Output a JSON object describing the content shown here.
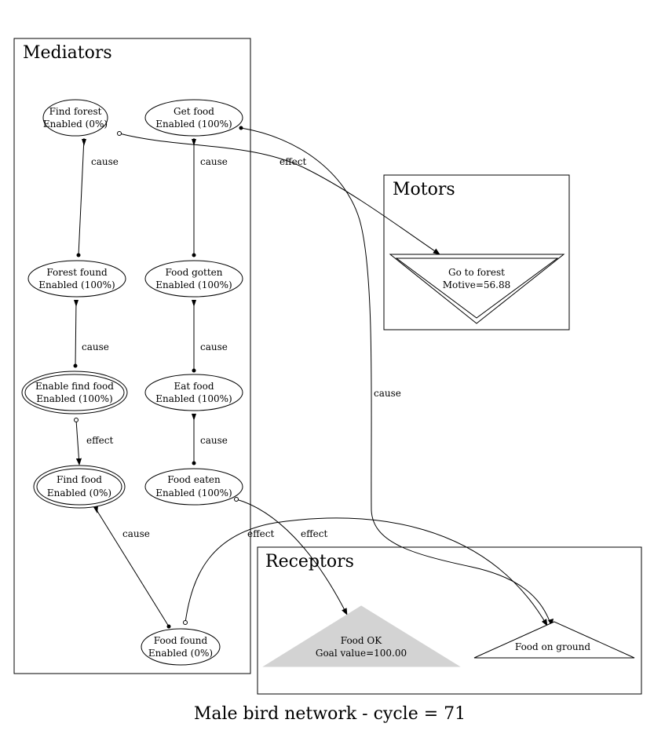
{
  "title": "Male bird network - cycle = 71",
  "clusters": {
    "mediators": "Mediators",
    "motors": "Motors",
    "receptors": "Receptors"
  },
  "nodes": {
    "find_forest": {
      "name": "Find forest",
      "status": "Enabled (0%)"
    },
    "get_food": {
      "name": "Get food",
      "status": "Enabled (100%)"
    },
    "forest_found": {
      "name": "Forest found",
      "status": "Enabled (100%)"
    },
    "food_gotten": {
      "name": "Food gotten",
      "status": "Enabled (100%)"
    },
    "enable_find_food": {
      "name": "Enable find food",
      "status": "Enabled (100%)"
    },
    "eat_food": {
      "name": "Eat food",
      "status": "Enabled (100%)"
    },
    "find_food": {
      "name": "Find food",
      "status": "Enabled (0%)"
    },
    "food_eaten": {
      "name": "Food eaten",
      "status": "Enabled (100%)"
    },
    "food_found": {
      "name": "Food found",
      "status": "Enabled (0%)"
    },
    "go_to_forest": {
      "name": "Go to forest",
      "status": "Motive=56.88"
    },
    "food_ok": {
      "name": "Food OK",
      "status": "Goal value=100.00"
    },
    "food_on_ground": {
      "name": "Food on ground"
    }
  },
  "edge_labels": {
    "find_forest_forest_found": "cause",
    "get_food_food_gotten": "cause",
    "find_forest_go_to_forest": "effect",
    "forest_found_enable_find_food": "cause",
    "food_gotten_eat_food": "cause",
    "enable_find_food_find_food": "effect",
    "eat_food_food_eaten": "cause",
    "food_found_find_food": "cause",
    "food_eaten_food_ok": "effect",
    "food_found_food_on_ground": "effect",
    "get_food_food_on_ground": "cause"
  }
}
